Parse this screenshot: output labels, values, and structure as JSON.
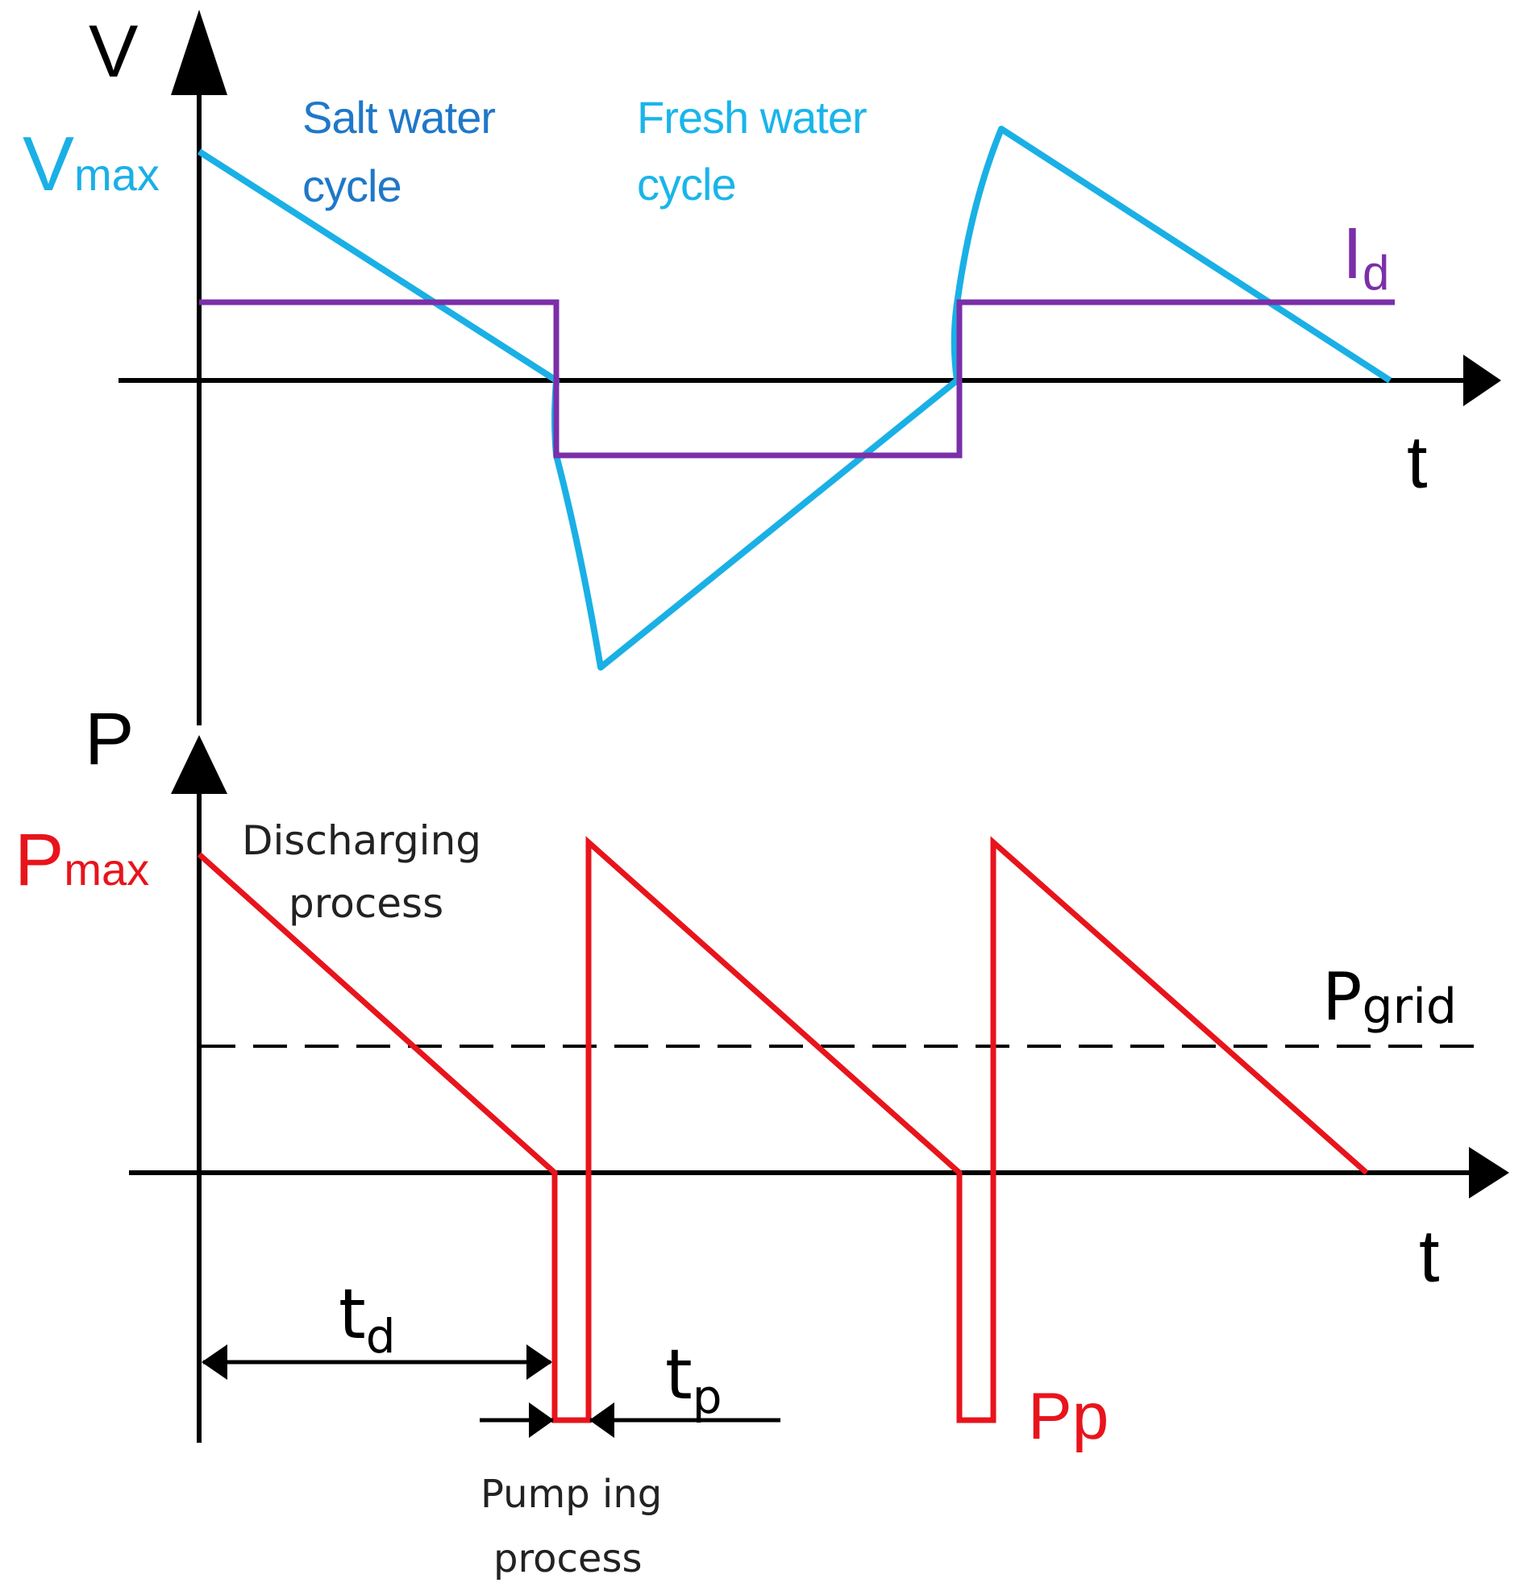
{
  "top_plot": {
    "y_axis_label": "V",
    "x_axis_label": "t",
    "vmax_main": "V",
    "vmax_sub": "max",
    "id_main": "I",
    "id_sub": "d",
    "salt_line1": "Salt water",
    "salt_line2": "cycle",
    "fresh_line1": "Fresh water",
    "fresh_line2": "cycle"
  },
  "bottom_plot": {
    "y_axis_label": "P",
    "x_axis_label": "t",
    "pmax_main": "P",
    "pmax_sub": "max",
    "discharge_line1": "Discharging",
    "discharge_line2": "process",
    "pgrid_main": "P",
    "pgrid_sub": "grid",
    "td_main": "t",
    "td_sub": "d",
    "tp_main": "t",
    "tp_sub": "p",
    "pp_label": "Pp",
    "pumping_line1": "Pump ing",
    "pumping_line2": "process"
  },
  "colors": {
    "voltage": "#1ab0e6",
    "current": "#7b2fa8",
    "power": "#e8141c",
    "salt_label": "#1f78c8",
    "fresh_label": "#19b5ea",
    "axes": "#000000"
  }
}
